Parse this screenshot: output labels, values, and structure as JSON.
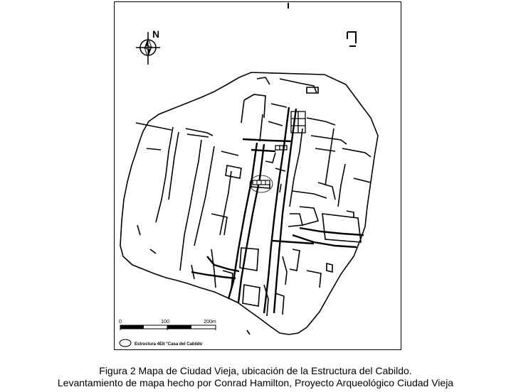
{
  "map": {
    "north_label": "N",
    "scale": {
      "tick_labels": [
        "0",
        "100",
        "200m"
      ],
      "max_value": 200,
      "unit": "m"
    },
    "legend_label": "Estructura 4EII \"Casa del Cabildo",
    "colors": {
      "ink": "#000000",
      "paper": "#ffffff"
    }
  },
  "caption": {
    "line1": "Figura 2  Mapa de Ciudad Vieja, ubicación de la Estructura del Cabildo.",
    "line2": "Levantamiento de mapa hecho por Conrad Hamilton, Proyecto Arqueológico Ciudad Vieja"
  }
}
